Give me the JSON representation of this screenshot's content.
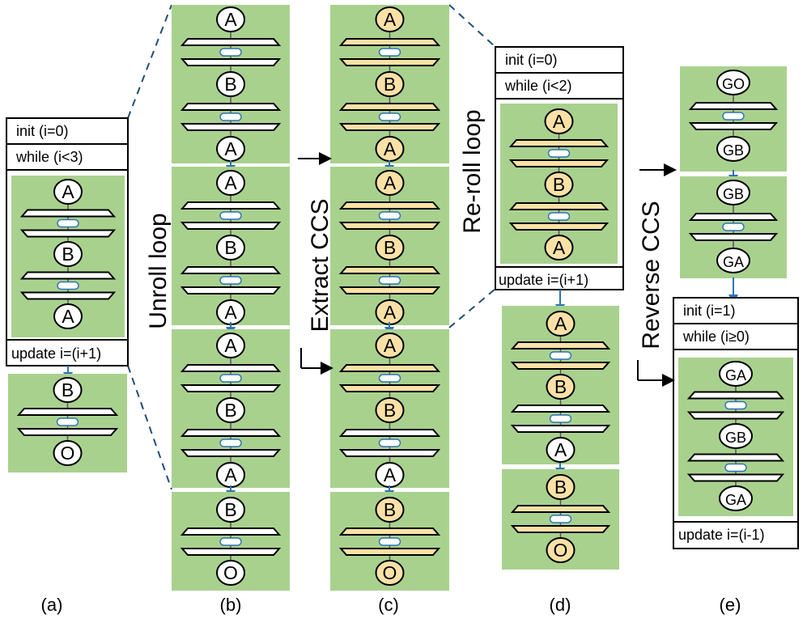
{
  "colors": {
    "green": "#a9d18e",
    "orange": "#fbe1a6",
    "white": "#ffffff",
    "stroke": "#000000",
    "dash": "#1f4e79",
    "arrow": "#2e75b6"
  },
  "labels": {
    "a": "(a)",
    "b": "(b)",
    "c": "(c)",
    "d": "(d)",
    "e": "(e)"
  },
  "transforms": {
    "unroll": "Unroll loop",
    "extract": "Extract CCS",
    "reroll": "Re-roll loop",
    "reverse": "Reverse CCS"
  },
  "loop_a": {
    "init": "init    (i=0)",
    "while": "while   (i<3)",
    "update": "update   i=(i+1)"
  },
  "loop_d": {
    "init": "init    (i=0)",
    "while": "while   (i<2)",
    "update": "update   i=(i+1)"
  },
  "loop_e": {
    "init": "init     (i=1)",
    "while": "while   (i≥0)",
    "update": "update   i=(i-1)"
  },
  "nodes": {
    "A": "A",
    "B": "B",
    "O": "O",
    "GO": "GO",
    "GB": "GB",
    "GA": "GA"
  }
}
